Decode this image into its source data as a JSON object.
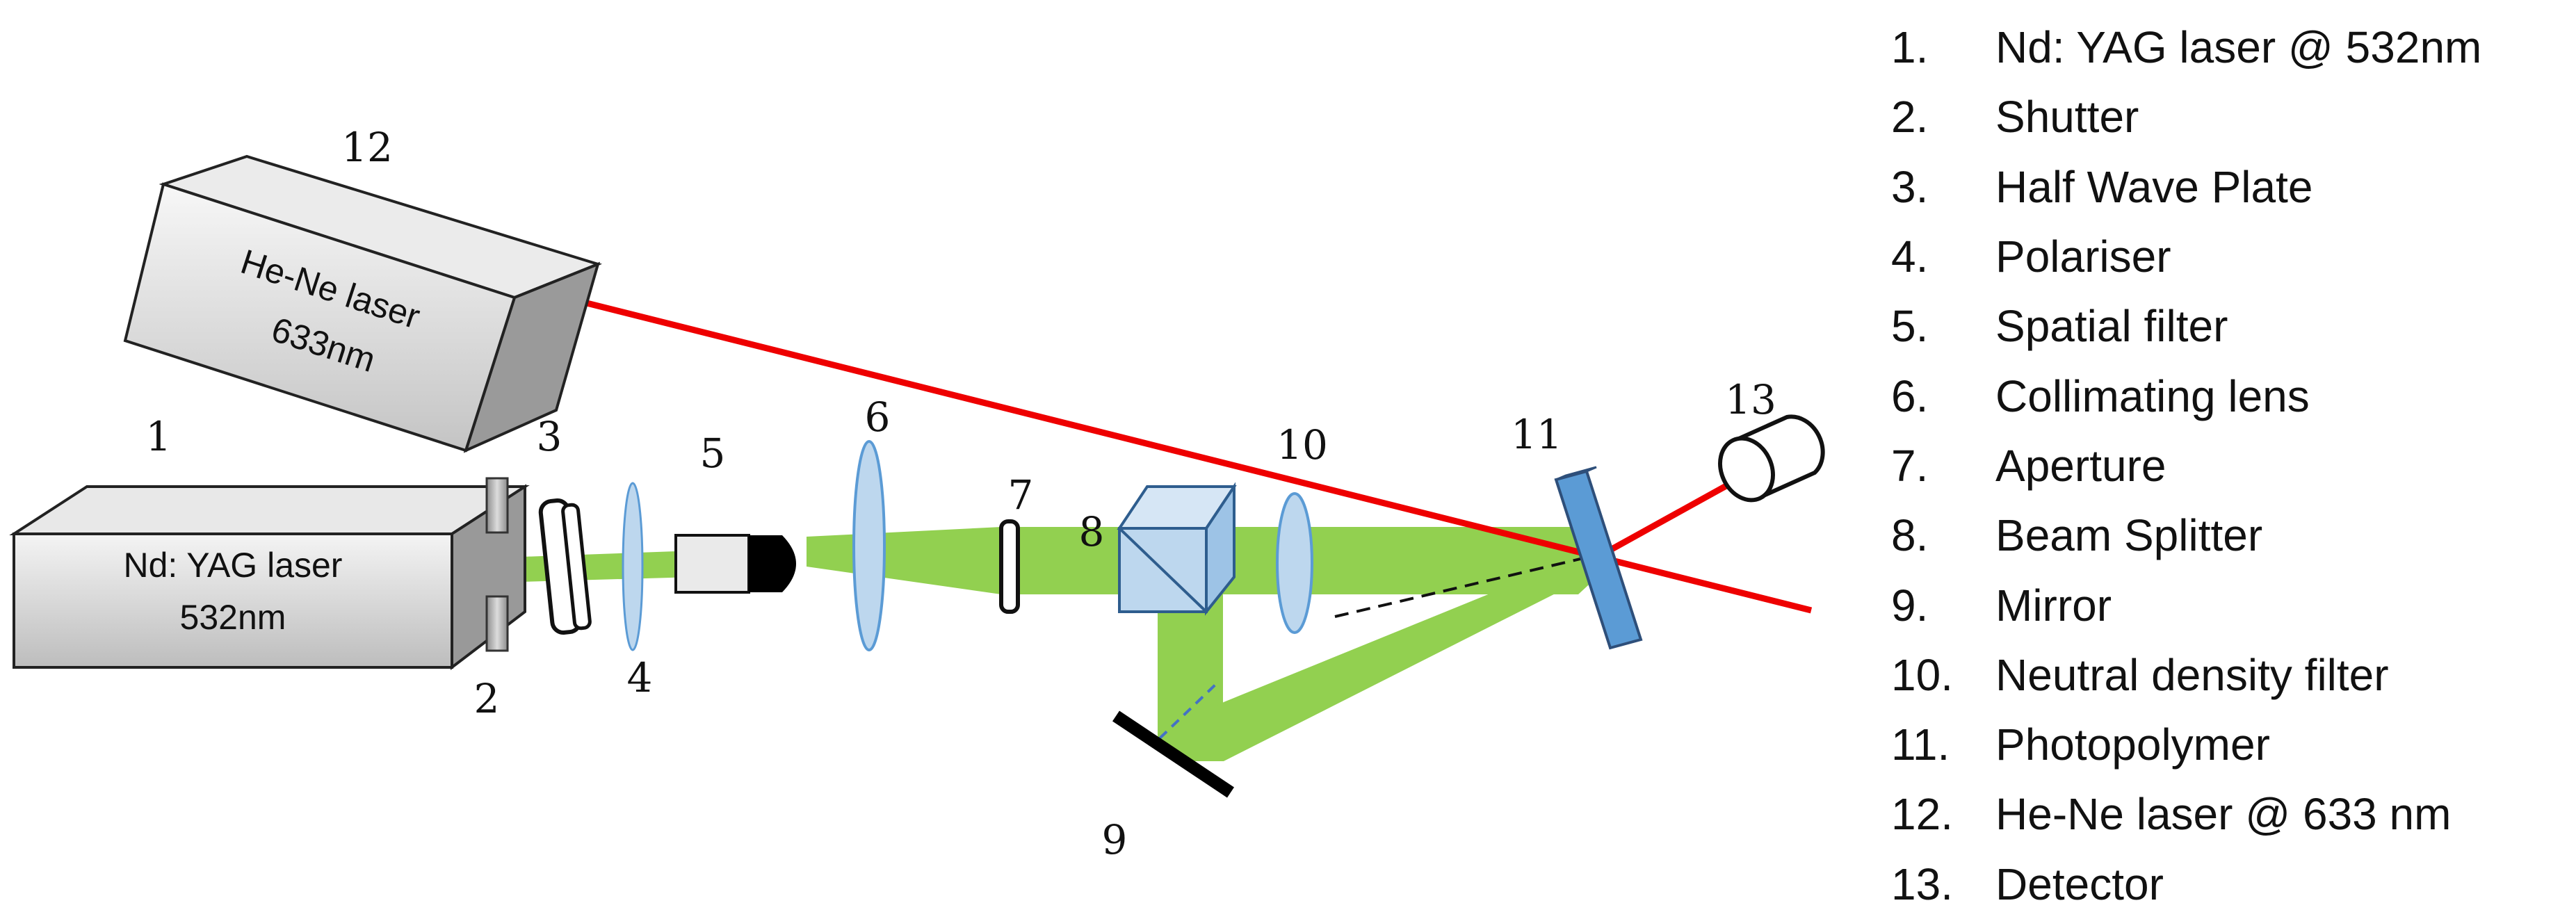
{
  "components": {
    "laser1_label": "Nd: YAG laser",
    "laser1_wavelength": "532nm",
    "laser12_label": "He-Ne laser",
    "laser12_wavelength": "633nm"
  },
  "callouts": [
    "1",
    "2",
    "3",
    "4",
    "5",
    "6",
    "7",
    "8",
    "9",
    "10",
    "11",
    "12",
    "13"
  ],
  "legend": [
    {
      "num": "1.",
      "text": "Nd: YAG laser @ 532nm"
    },
    {
      "num": "2.",
      "text": "Shutter"
    },
    {
      "num": "3.",
      "text": "Half Wave Plate"
    },
    {
      "num": "4.",
      "text": "Polariser"
    },
    {
      "num": "5.",
      "text": "Spatial filter"
    },
    {
      "num": "6.",
      "text": "Collimating lens"
    },
    {
      "num": "7.",
      "text": "Aperture"
    },
    {
      "num": "8.",
      "text": "Beam Splitter"
    },
    {
      "num": "9.",
      "text": "Mirror"
    },
    {
      "num": "10.",
      "text": "Neutral density filter"
    },
    {
      "num": "11.",
      "text": "Photopolymer"
    },
    {
      "num": "12.",
      "text": "He-Ne laser @ 633 nm"
    },
    {
      "num": "13.",
      "text": "Detector"
    }
  ],
  "colors": {
    "green_beam": "#92d050",
    "red_beam": "#ee0000",
    "optic_blue": "#bdd7ee",
    "photopolymer_blue": "#5b9bd5"
  }
}
